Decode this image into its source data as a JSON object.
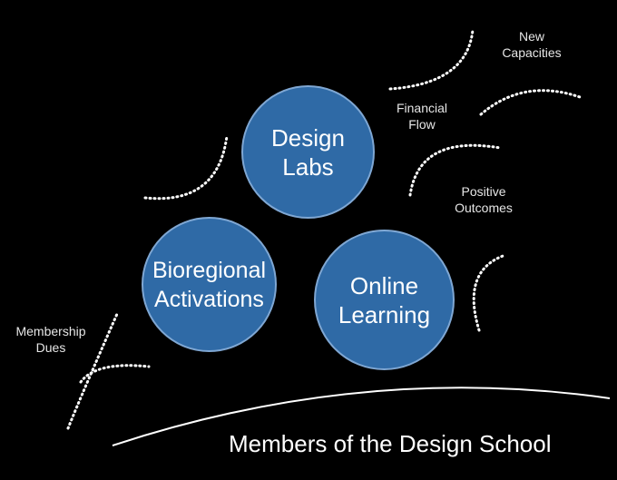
{
  "circles": {
    "design_labs": "Design\nLabs",
    "bioregional": "Bioregional\nActivations",
    "online_learning": "Online\nLearning"
  },
  "labels": {
    "new_capacities": "New\nCapacities",
    "financial_flow": "Financial\nFlow",
    "positive_outcomes": "Positive\nOutcomes",
    "membership_dues": "Membership\nDues"
  },
  "base": {
    "title": "Members of the Design School"
  },
  "colors": {
    "background": "#000000",
    "circle_fill": "#2f6aa6",
    "circle_border": "#7fa7d3",
    "text": "#ffffff",
    "line": "#ffffff"
  }
}
